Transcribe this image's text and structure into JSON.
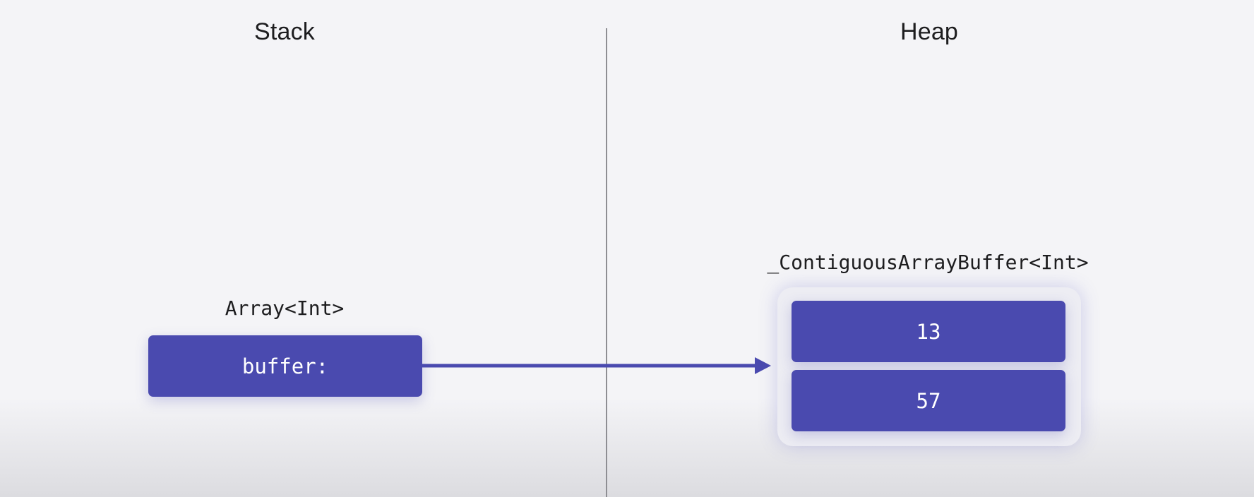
{
  "stack": {
    "title": "Stack",
    "type_label": "Array<Int>",
    "field_label": "buffer:"
  },
  "heap": {
    "title": "Heap",
    "type_label": "_ContiguousArrayBuffer<Int>",
    "elements": [
      "13",
      "57"
    ]
  },
  "colors": {
    "block": "#4a4aaf",
    "arrow": "#4a4aaf",
    "background": "#f4f4f7",
    "divider": "#8e8e93"
  }
}
